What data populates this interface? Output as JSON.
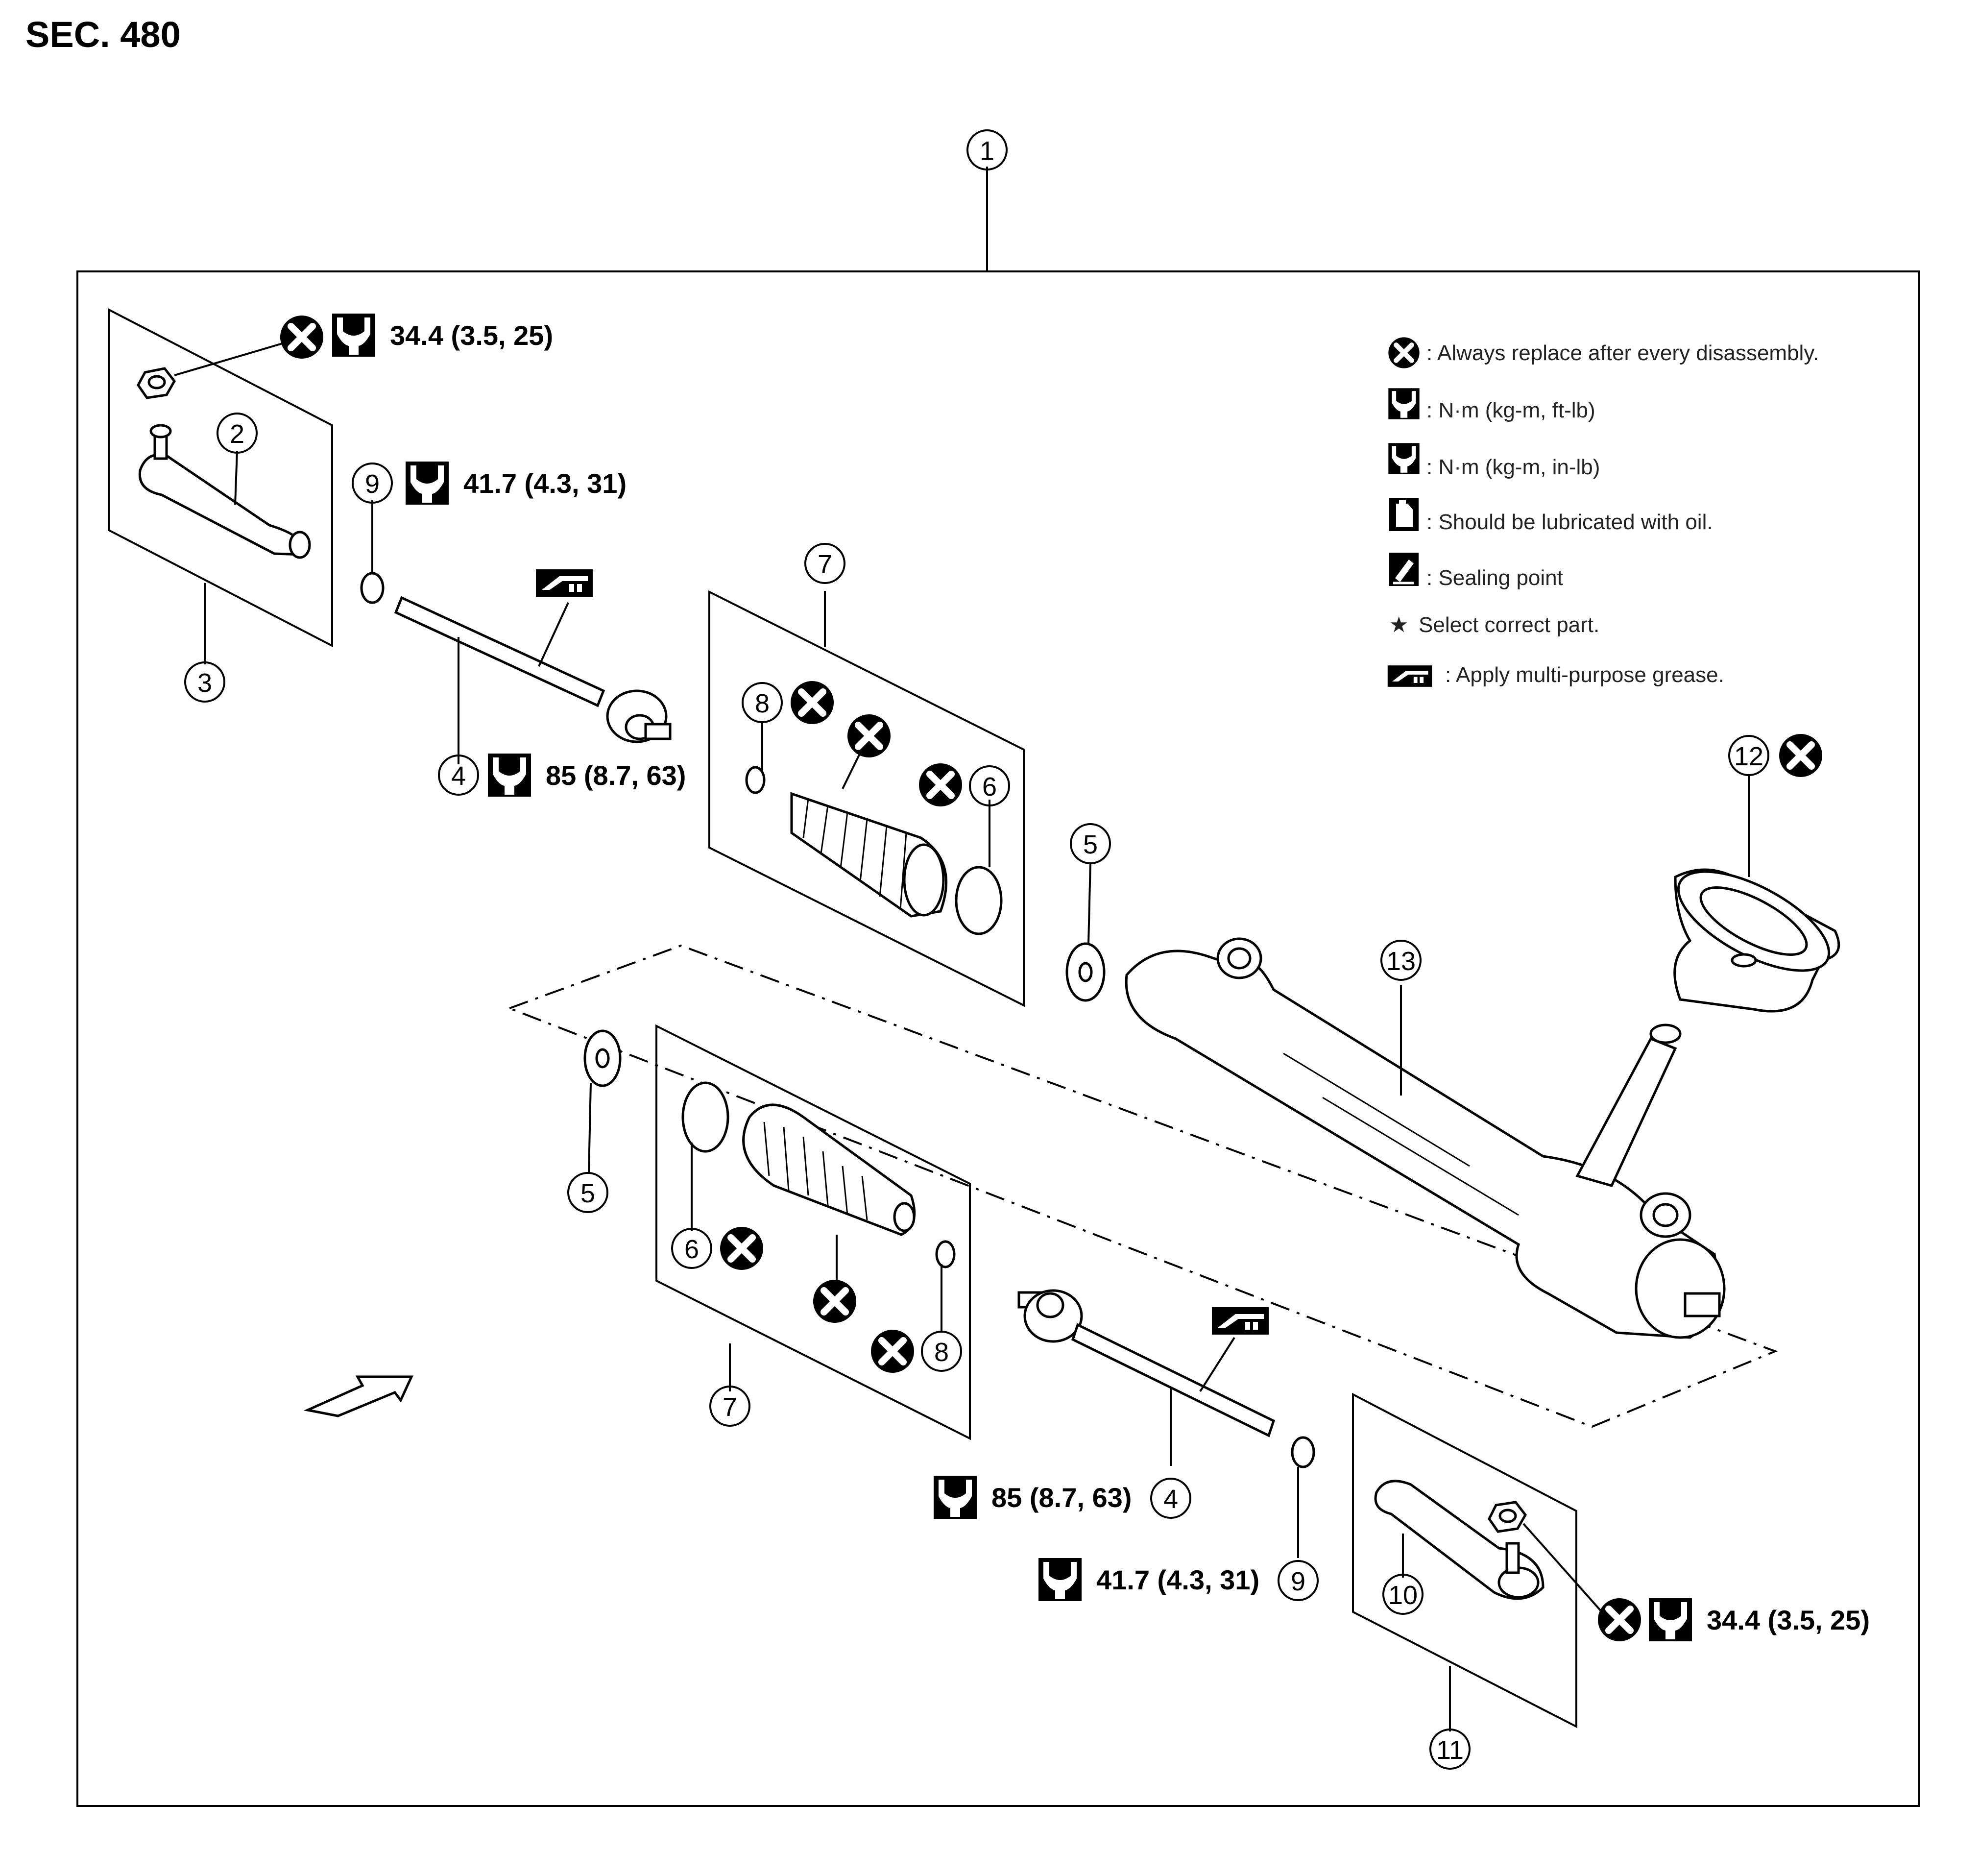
{
  "section": "SEC. 480",
  "legend": [
    {
      "symbol": "always-replace-icon",
      "text": ": Always replace after every disassembly."
    },
    {
      "symbol": "torque-ftlb-icon",
      "text": ": N·m (kg-m, ft-lb)"
    },
    {
      "symbol": "torque-inlb-icon",
      "text": ": N·m (kg-m, in-lb)"
    },
    {
      "symbol": "oil-can-icon",
      "text": ": Should be lubricated with oil."
    },
    {
      "symbol": "sealing-icon",
      "text": ": Sealing point"
    },
    {
      "symbol": "star-icon",
      "text": "Select correct part."
    },
    {
      "symbol": "grease-icon",
      "text": ": Apply multi-purpose grease."
    }
  ],
  "callouts": [
    "1",
    "2",
    "3",
    "4",
    "5",
    "6",
    "7",
    "8",
    "9",
    "10",
    "11",
    "12",
    "13"
  ],
  "torques": {
    "outer_nut_left": "34.4 (3.5, 25)",
    "locknut_left": "41.7 (4.3, 31)",
    "inner_socket_left": "85 (8.7, 63)",
    "inner_socket_right": "85 (8.7, 63)",
    "locknut_right": "41.7 (4.3, 31)",
    "outer_nut_right": "34.4 (3.5, 25)"
  }
}
